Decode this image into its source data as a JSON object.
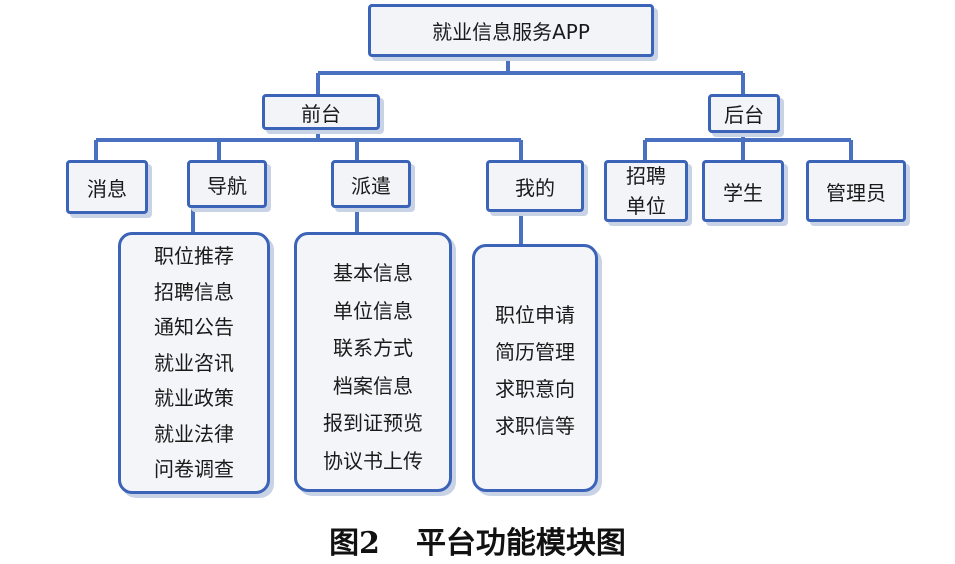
{
  "diagram": {
    "root": "就业信息服务APP",
    "frontend": {
      "label": "前台",
      "modules": [
        "消息",
        "导航",
        "派遣",
        "我的"
      ]
    },
    "backend": {
      "label": "后台",
      "modules": [
        "招聘单位",
        "学生",
        "管理员"
      ],
      "recruiter_lines": [
        "招聘",
        "单位"
      ]
    },
    "nav_items": [
      "职位推荐",
      "招聘信息",
      "通知公告",
      "就业咨讯",
      "就业政策",
      "就业法律",
      "问卷调查"
    ],
    "dispatch_items": [
      "基本信息",
      "单位信息",
      "联系方式",
      "档案信息",
      "报到证预览",
      "协议书上传"
    ],
    "mine_items": [
      "职位申请",
      "简历管理",
      "求职意向",
      "求职信等"
    ]
  },
  "caption": {
    "figure_no": "图2",
    "title": "平台功能模块图"
  },
  "colors": {
    "line": "#4a70c2",
    "box_border": "#3b63b8",
    "box_fill": "#f2f4f8"
  }
}
